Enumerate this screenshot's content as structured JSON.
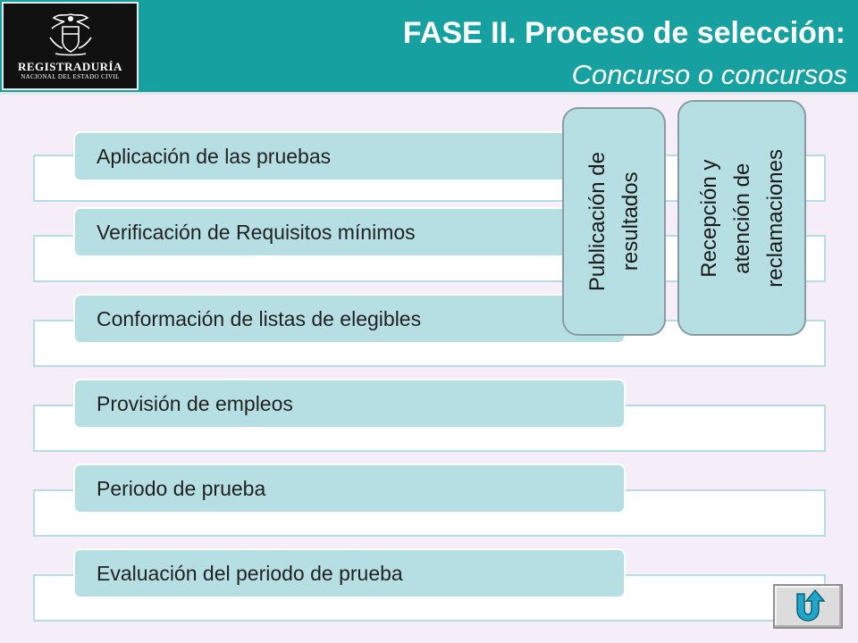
{
  "header": {
    "title": "FASE II. Proceso de selección:",
    "subtitle": "Concurso o concursos",
    "logo": {
      "name": "REGISTRADURÍA",
      "sub": "NACIONAL DEL ESTADO CIVIL",
      "icon": "coat-of-arms-icon"
    }
  },
  "steps": [
    "Aplicación de las pruebas",
    "Verificación de Requisitos mínimos",
    "Conformación de listas de elegibles",
    "Provisión de empleos",
    "Periodo de prueba",
    "Evaluación del periodo de prueba"
  ],
  "side_boxes": [
    {
      "lines": [
        "Publicación de",
        "resultados"
      ]
    },
    {
      "lines": [
        "Recepción y",
        "atención de",
        "reclamaciones"
      ]
    }
  ],
  "nav": {
    "icon": "return-arrow-icon"
  },
  "colors": {
    "header": "#16a1a0",
    "background": "#f5eef8",
    "step_fill": "#b6dfe3",
    "frame_border": "#b3dfe4"
  }
}
